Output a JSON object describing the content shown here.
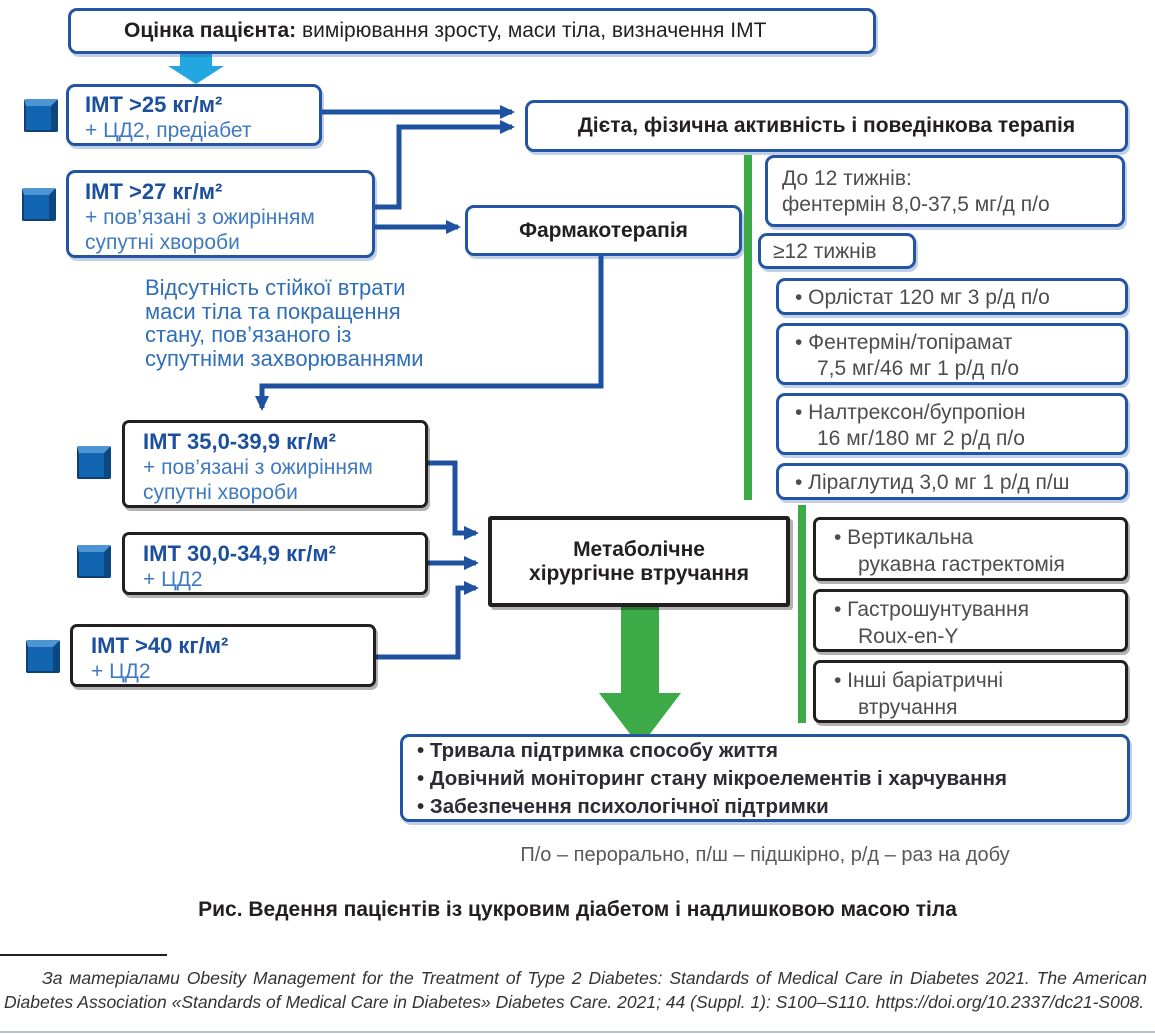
{
  "palette": {
    "border_blue": "#2355a4",
    "bmi_text_blue": "#1c4f9e",
    "condition_blue": "#3f7ac0",
    "note_blue": "#306fb7",
    "connector_blue": "#1e52a0",
    "cyan_arrow": "#22a7e0",
    "green": "#3cab47",
    "black_text": "#231f20",
    "gray_text": "#4d4d4f"
  },
  "flowchart": {
    "assessment": {
      "bold": "Оцінка пацієнта:",
      "rest": " вимірювання зросту, маси тіла, визначення ІМТ"
    },
    "criteria_top": [
      {
        "bmi": "ІМТ >25 кг/м²",
        "condition": "+ ЦД2, предіабет"
      },
      {
        "bmi": "ІМТ >27 кг/м²",
        "condition": "+ пов’язані з ожирінням\nсупутні хвороби"
      }
    ],
    "diet_box": "Дієта, фізична активність і поведінкова терапія",
    "pharma_box": "Фармакотерапія",
    "pharma_options": [
      {
        "text": "До 12 тижнів:\nфентермін 8,0-37,5 мг/д п/о"
      },
      {
        "text": "≥12 тижнів"
      },
      {
        "text": "• Орлістат 120 мг 3 р/д п/о"
      },
      {
        "text": "• Фентермін/топірамат\n7,5 мг/46 мг 1 р/д п/о"
      },
      {
        "text": "• Налтрексон/бупропіон\n16 мг/180 мг 2 р/д п/о"
      },
      {
        "text": "• Ліраглутид 3,0 мг 1 р/д п/ш"
      }
    ],
    "note": "Відсутність стійкої втрати\nмаси тіла та покращення\nстану, пов’язаного із\nсупутніми захворюваннями",
    "criteria_bottom": [
      {
        "bmi": "ІМТ 35,0-39,9 кг/м²",
        "condition": "+ пов’язані з ожирінням\nсупутні хвороби"
      },
      {
        "bmi": "ІМТ 30,0-34,9 кг/м²",
        "condition": "+ ЦД2"
      },
      {
        "bmi": "ІМТ >40 кг/м²",
        "condition": "+ ЦД2"
      }
    ],
    "surgery_box": "Метаболічне\nхірургічне втручання",
    "surgery_options": [
      {
        "text": "• Вертикальна\nрукавна гастректомія"
      },
      {
        "text": "• Гастрошунтування\nRoux-en-Y"
      },
      {
        "text": "• Інші баріатричні\nвтручання"
      }
    ],
    "summary": "• Тривала підтримка способу життя\n• Довічний моніторинг стану мікроелементів і харчування\n• Забезпечення психологічної підтримки",
    "legend": "П/о – перорально, п/ш – підшкірно, р/д – раз на добу",
    "caption": "Рис. Ведення пацієнтів із цукровим діабетом і надлишковою масою тіла",
    "footnote": "За матеріалами Obesity Management for the Treatment of Type 2 Diabetes: Standards of Medical Care in Diabetes 2021. The American Diabetes Association «Standards of Medical Care in Diabetes» Diabetes Care. 2021; 44 (Suppl. 1): S100–S110. https://doi.org/10.2337/dc21-S008."
  }
}
